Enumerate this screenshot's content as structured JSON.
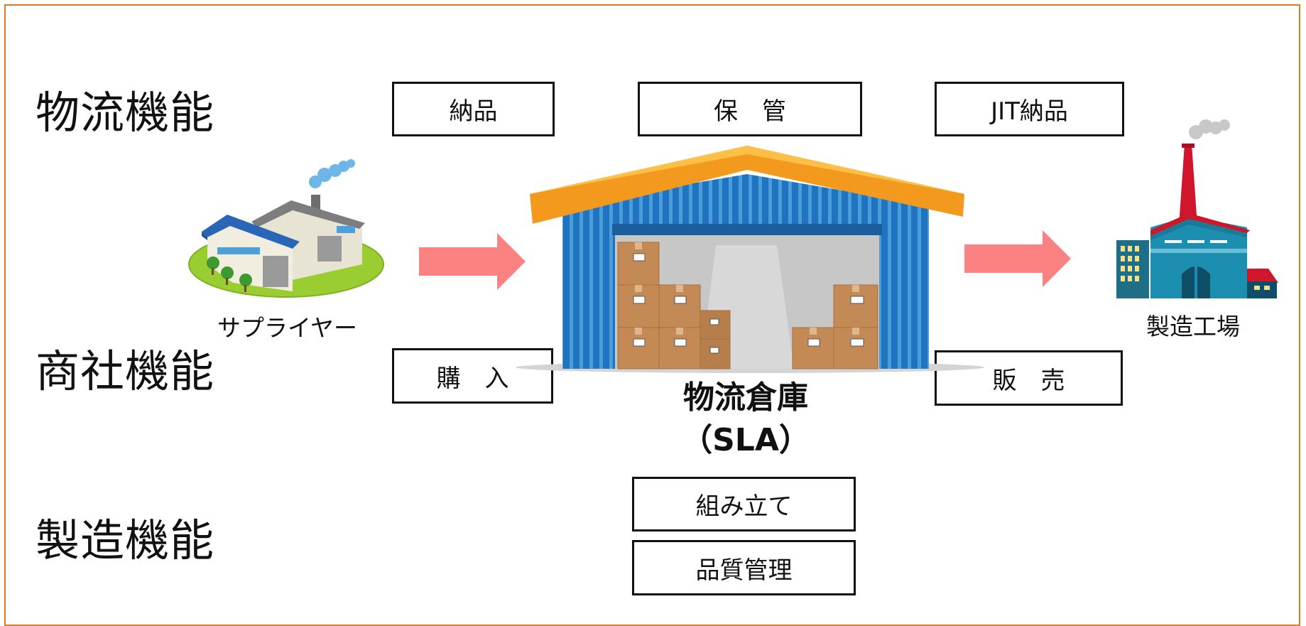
{
  "rows": {
    "logistics": "物流機能",
    "trading": "商社機能",
    "manufacturing": "製造機能"
  },
  "boxes": {
    "delivery": "納品",
    "storage": "保　管",
    "jit_delivery": "JIT納品",
    "purchase": "購　入",
    "sales": "販　売",
    "assembly": "組み立て",
    "quality_control": "品質管理"
  },
  "supplier": {
    "label": "サプライヤー",
    "icon": "supplier-factory-icon"
  },
  "plant": {
    "label": "製造工場",
    "icon": "manufacturing-plant-icon"
  },
  "warehouse": {
    "name": "物流倉庫",
    "sub": "（SLA）",
    "icon": "warehouse-icon"
  },
  "colors": {
    "frame": "#E07A1F",
    "arrow": "#FA8283",
    "roof": "#F39A1E",
    "warehouse_wall": "#1E74BE",
    "box_brown": "#C38A55"
  }
}
